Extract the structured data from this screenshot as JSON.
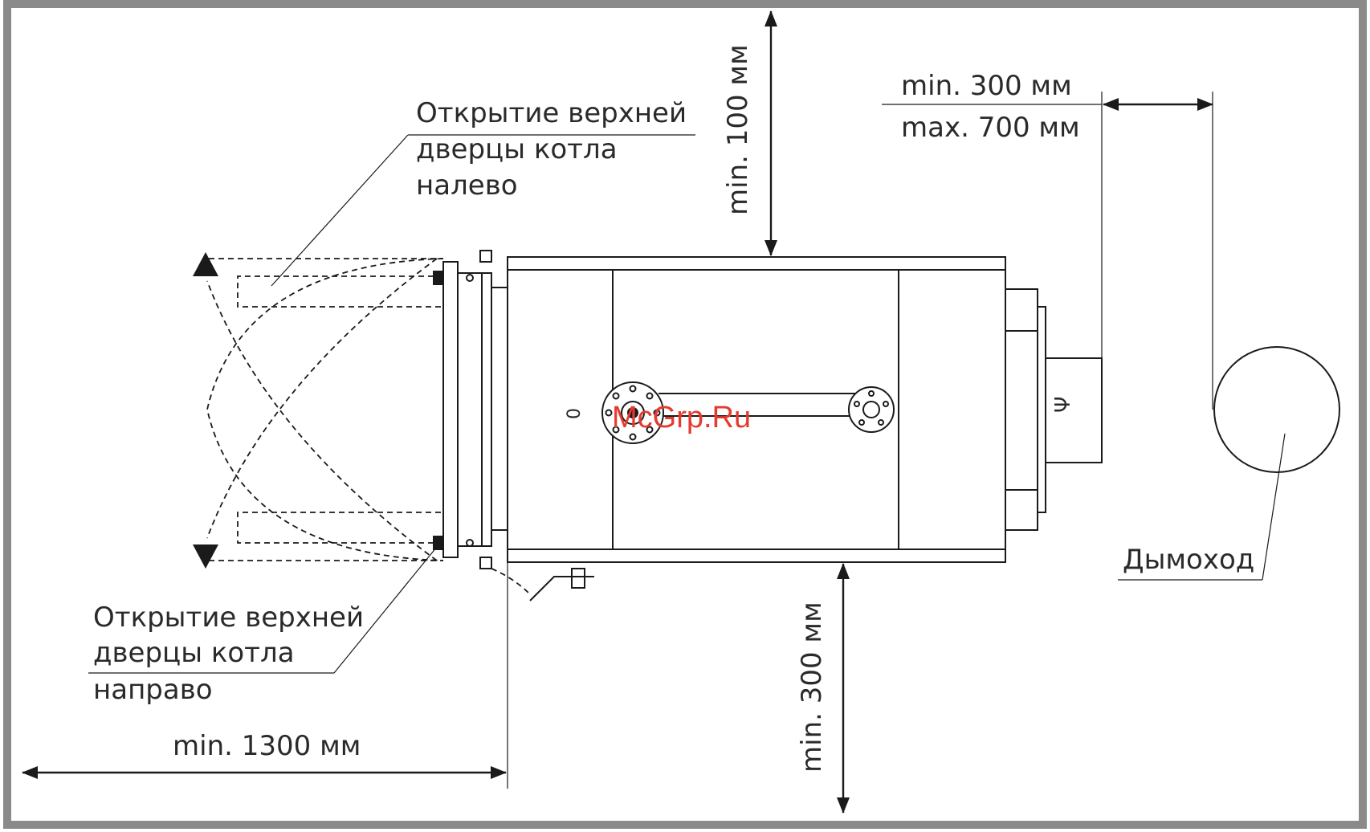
{
  "colors": {
    "frame": "#8a8a8a",
    "line": "#1a1a1a",
    "text": "#2a2a2a",
    "watermark": "#e53a2f"
  },
  "dimensions": {
    "top_clearance": "min. 100 мм",
    "bottom_clearance": "min. 300 мм",
    "front_clearance": "min. 1300 мм",
    "chimney_min": "min. 300 мм",
    "chimney_max": "max. 700 мм"
  },
  "notes": {
    "door_left": [
      "Открытие верхней",
      "дверцы котла",
      "налево"
    ],
    "door_right": [
      "Открытие верхней",
      "дверцы котла",
      "направо"
    ],
    "chimney": "Дымоход"
  },
  "boiler_marks": {
    "zero_mark": "0",
    "flue_symbol": "Ψ"
  },
  "watermark": "McGrp.Ru"
}
